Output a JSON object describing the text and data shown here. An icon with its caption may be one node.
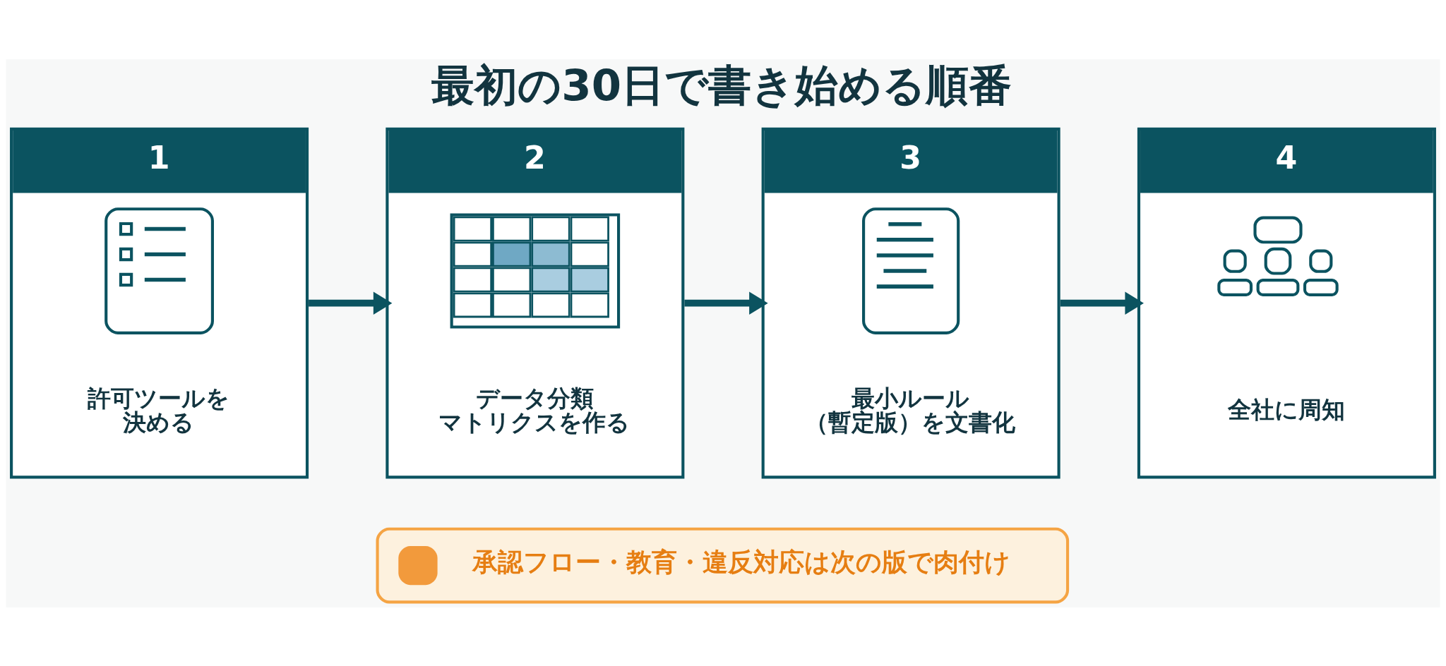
{
  "diagram": {
    "title": "最初の30日で書き始める順番",
    "nodes": [
      {
        "text": [
          "1",
          "許可ツールを決める"
        ]
      },
      {
        "text": [
          "2",
          "データ分類マトリクスを作る"
        ]
      },
      {
        "text": [
          "3",
          "最小ルール（暫定版）を文書化"
        ]
      },
      {
        "text": [
          "4",
          "全社に周知"
        ]
      },
      {
        "text": [
          "承認フロー・教育・違反対応は次の版で肉付け"
        ]
      }
    ],
    "edges": [
      {
        "from": 0,
        "to": 1,
        "arrow": "to"
      },
      {
        "from": 1,
        "to": 2,
        "arrow": "to"
      },
      {
        "from": 2,
        "to": 3,
        "arrow": "to"
      }
    ]
  }
}
